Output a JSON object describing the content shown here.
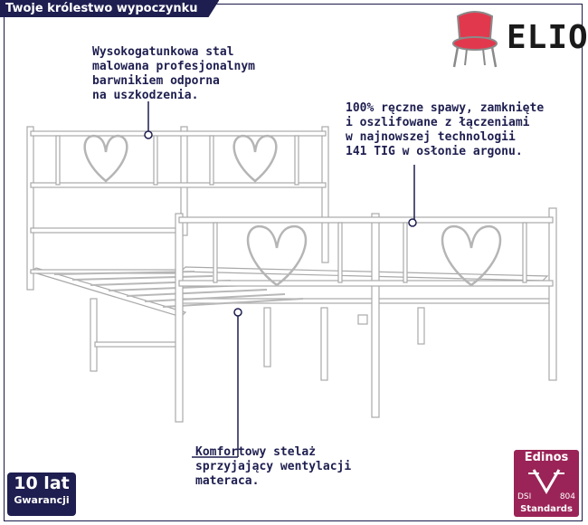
{
  "header": {
    "tagline": "Twoje królestwo wypoczynku"
  },
  "brand": {
    "name": "ELIOR",
    "chair_icon": "chair-icon",
    "accent": "#e2384d"
  },
  "callouts": [
    {
      "lines": [
        "Wysokogatunkowa stal",
        "malowana profesjonalnym",
        "barwnikiem odporna",
        "na uszkodzenia."
      ]
    },
    {
      "lines": [
        "100% ręczne spawy, zamknięte",
        "i oszlifowane z łączeniami",
        "w najnowszej technologii",
        "141 TIG w osłonie argonu."
      ]
    },
    {
      "lines": [
        "Komfortowy stelaż",
        "sprzyjający wentylacji",
        "materaca."
      ]
    }
  ],
  "badges": {
    "warranty": {
      "big": "10 lat",
      "small": "Gwarancji"
    },
    "edinos": {
      "title": "Edinos",
      "dsi": "DSI",
      "code": "804",
      "footer": "Standards"
    }
  },
  "colors": {
    "navy": "#1e1e50",
    "edinos": "#9a2457",
    "frame": "#ffffff",
    "frame_stroke": "#a9a9a9"
  }
}
